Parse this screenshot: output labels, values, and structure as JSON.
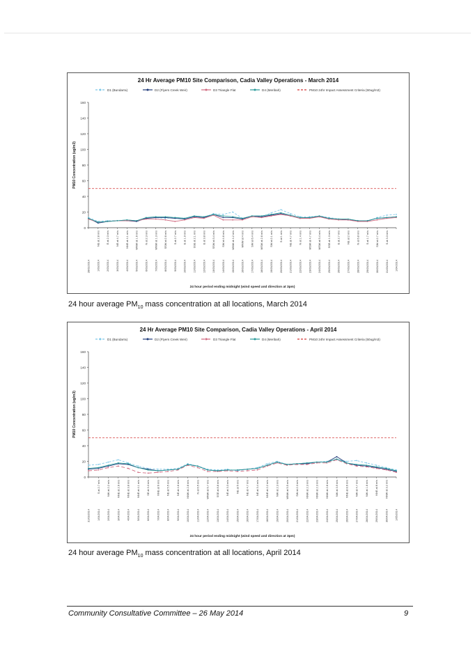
{
  "charts": [
    {
      "caption_pre": "24 hour average PM",
      "caption_sub": "10",
      "caption_post": " mass concentration at all locations, March 2014",
      "chart_data": {
        "type": "line",
        "title": "24 Hr Average PM10 Site Comparison, Cadia Valley Operations - March 2014",
        "ylabel": "PM10 Concentration (ug/m3)",
        "xlabel": "24 hour period ending midnight (wind speed and direction at 3pm)",
        "ylim": [
          0,
          160
        ],
        "yticks": [
          0,
          20,
          40,
          60,
          80,
          100,
          120,
          140,
          160
        ],
        "criteria": 50,
        "legend_position": "top",
        "categories": [
          "28/02/2014",
          "1/03/2014",
          "2/03/2014",
          "3/03/2014",
          "4/03/2014",
          "5/03/2014",
          "6/03/2014",
          "7/03/2014",
          "8/03/2014",
          "9/03/2014",
          "10/03/2014",
          "11/03/2014",
          "12/03/2014",
          "13/03/2014",
          "14/03/2014",
          "15/03/2014",
          "16/03/2014",
          "17/03/2014",
          "18/03/2014",
          "19/03/2014",
          "20/03/2014",
          "21/03/2014",
          "22/03/2014",
          "23/03/2014",
          "24/03/2014",
          "25/03/2014",
          "26/03/2014",
          "27/03/2014",
          "28/03/2014",
          "29/03/2014",
          "30/03/2014",
          "31/03/2014",
          "1/04/2014"
        ],
        "wind": [
          "",
          "NE at 2.8 m/s",
          "E at 2.3 m/s",
          "NE at 4.7 m/s",
          "NNE at 4.1 m/s",
          "WNW at 1.6 m/s",
          "N at 2.3 m/s",
          "WNW at 1.3 m/s",
          "SSW at 2.6 m/s",
          "S at 2.7 m/s",
          "E at 1.9 m/s",
          "SSE at 2.1 m/s",
          "E at 3.8 m/s",
          "SSW at 3.4 m/s",
          "SW at 4.6 m/s",
          "WNW at 4.2 m/s",
          "WNW at 4 m/s",
          "SW at 6.4 m/s",
          "WSW at 2.6 m/s",
          "SW at 2.1 m/s",
          "S at 1 m/s",
          "NE at 4.7 m/s",
          "N at 1.4 m/s",
          "WSW at 4.7 m/s",
          "WSW at 5.4 m/s",
          "SSE at 1.3 m/s",
          "E at 2.7 m/s",
          "NE at 2 m/s",
          "N at 6.8 m/s",
          "S at 1.7 m/s",
          "SW at 2.7 m/s",
          "S at 3.3 m/s",
          ""
        ],
        "series": [
          {
            "name": "D1 (Bundarra)",
            "color": "#7ec8e8",
            "dash": "3,2",
            "values": [
              13,
              8,
              9,
              9,
              10,
              9,
              12,
              13,
              12,
              13,
              12,
              15,
              13,
              18,
              17,
              20,
              12,
              14,
              14,
              19,
              23,
              18,
              14,
              14,
              15,
              13,
              11,
              10,
              9,
              8,
              13,
              16,
              17
            ]
          },
          {
            "name": "D2 (Flyers Creek Weir)",
            "color": "#1f3b7a",
            "dash": "",
            "values": [
              12,
              6,
              8,
              9,
              9,
              8,
              12,
              13,
              13,
              12,
              11,
              14,
              13,
              17,
              13,
              13,
              11,
              15,
              14,
              16,
              18,
              15,
              12,
              13,
              14,
              12,
              11,
              10,
              9,
              9,
              12,
              13,
              14
            ]
          },
          {
            "name": "D3 Triangle Flat",
            "color": "#d06a80",
            "dash": "",
            "values": [
              11,
              7,
              8,
              9,
              9,
              9,
              11,
              11,
              10,
              8,
              10,
              13,
              12,
              16,
              10,
              10,
              10,
              14,
              13,
              15,
              17,
              15,
              12,
              12,
              14,
              11,
              10,
              10,
              8,
              8,
              10,
              12,
              13
            ]
          },
          {
            "name": "D4 (Meribah)",
            "color": "#2a9a9a",
            "dash": "",
            "values": [
              12,
              7,
              8,
              9,
              10,
              9,
              13,
              14,
              14,
              13,
              12,
              15,
              14,
              17,
              15,
              14,
              12,
              15,
              15,
              17,
              19,
              16,
              13,
              13,
              15,
              12,
              11,
              11,
              9,
              9,
              12,
              13,
              14
            ]
          }
        ],
        "criteria_name": "PM10 24hr Impact Assessment Criteria (50ug/m3)"
      }
    },
    {
      "caption_pre": "24 hour average PM",
      "caption_sub": "10",
      "caption_post": " mass concentration at all locations, April 2014",
      "chart_data": {
        "type": "line",
        "title": "24 Hr Average PM10 Site Comparison, Cadia Valley Operations - April 2014",
        "ylabel": "PM10 Concentration (ug/m3)",
        "xlabel": "24 hour period ending midnight (wind speed and direction at 3pm)",
        "ylim": [
          0,
          160
        ],
        "yticks": [
          0,
          20,
          40,
          60,
          80,
          100,
          120,
          140,
          160
        ],
        "criteria": 50,
        "legend_position": "top",
        "categories": [
          "31/03/2014",
          "1/04/2014",
          "2/04/2014",
          "3/04/2014",
          "4/04/2014",
          "5/04/2014",
          "6/04/2014",
          "7/04/2014",
          "8/04/2014",
          "9/04/2014",
          "10/04/2014",
          "11/04/2014",
          "12/04/2014",
          "13/04/2014",
          "14/04/2014",
          "15/04/2014",
          "16/04/2014",
          "17/04/2014",
          "18/04/2014",
          "19/04/2014",
          "20/04/2014",
          "21/04/2014",
          "22/04/2014",
          "23/04/2014",
          "24/04/2014",
          "25/04/2014",
          "26/04/2014",
          "27/04/2014",
          "28/04/2014",
          "29/04/2014",
          "30/04/2014",
          "1/05/2014"
        ],
        "wind": [
          "",
          "S at 2.7 m/s",
          "NW at 2.2 m/s",
          "NNE at 2.6 m/s",
          "NNE at 3.8 m/s",
          "NNE at 4.1 m/s",
          "SE at 3.3 m/s",
          "NNE at 6 m/s",
          "NE at 5.5 m/s",
          "NE at 4.6 m/s",
          "NNW at 2.8 m/s",
          "N at 6.5 m/s",
          "WNW at 6.7 m/s",
          "SSE at 8.8 m/s",
          "NE at 3.3 m/s",
          "NE at 5 m/s",
          "NE at 4.7 m/s",
          "NE at 3.4 m/s",
          "NNE at 2.2 m/s",
          "NW at 2.3 m/s",
          "WNW at 5.5 m/s",
          "SW at 2.3 m/s",
          "NNW at 2.3 m/s",
          "NNW at 2.3 m/s",
          "NNW at 2.8 m/s",
          "NW at 3.9 m/s",
          "NNE at 8.6 m/s",
          "NW at 4.7 m/s",
          "NW at 1.6 m/s",
          "NNE at 8 m/s",
          "NNW at 3.2 m/s",
          ""
        ],
        "series": [
          {
            "name": "D1 (Bundarra)",
            "color": "#7ec8e8",
            "dash": "3,2",
            "values": [
              15,
              16,
              19,
              22,
              18,
              14,
              11,
              10,
              10,
              11,
              17,
              14,
              10,
              9,
              10,
              8,
              10,
              12,
              17,
              20,
              16,
              17,
              18,
              19,
              20,
              22,
              20,
              21,
              18,
              15,
              12,
              9
            ]
          },
          {
            "name": "D2 (Flyers Creek Weir)",
            "color": "#1f3b7a",
            "dash": "",
            "values": [
              10,
              11,
              14,
              17,
              16,
              12,
              10,
              8,
              9,
              10,
              16,
              14,
              9,
              8,
              9,
              9,
              10,
              11,
              15,
              19,
              16,
              17,
              17,
              19,
              19,
              26,
              18,
              15,
              14,
              12,
              10,
              7
            ]
          },
          {
            "name": "D3 Triangle Flat",
            "color": "#d06a80",
            "dash": "5,3",
            "values": [
              8,
              9,
              12,
              14,
              11,
              6,
              5,
              6,
              7,
              9,
              15,
              12,
              7,
              7,
              8,
              7,
              8,
              9,
              14,
              18,
              15,
              16,
              16,
              18,
              18,
              22,
              17,
              14,
              13,
              11,
              9,
              6
            ]
          },
          {
            "name": "D4 (Meribah)",
            "color": "#2a9a9a",
            "dash": "",
            "values": [
              11,
              12,
              15,
              18,
              17,
              12,
              9,
              8,
              9,
              10,
              16,
              14,
              9,
              8,
              9,
              9,
              10,
              11,
              15,
              19,
              16,
              17,
              18,
              19,
              19,
              23,
              18,
              16,
              15,
              13,
              11,
              8
            ]
          }
        ],
        "criteria_name": "PM10 24hr Impact Assessment Criteria (50ug/m3)"
      }
    }
  ],
  "footer": {
    "left": "Community Consultative Committee – 26 May 2014",
    "page_number": "9"
  }
}
